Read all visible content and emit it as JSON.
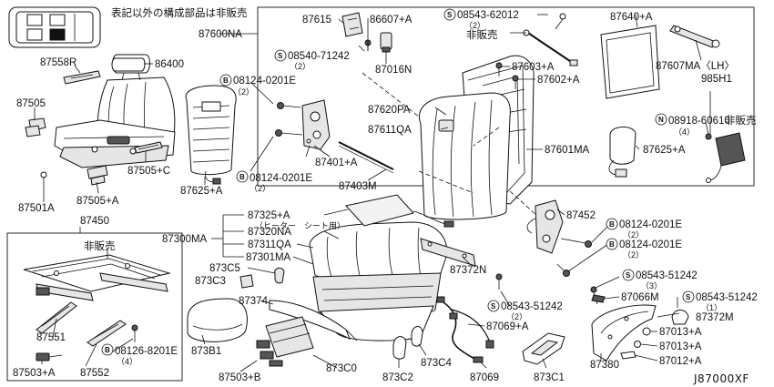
{
  "header": {
    "note": "表記以外の構成部品は非販売",
    "diagram_code": "J87000XF"
  },
  "labels": {
    "p87558R": "87558R",
    "p86400": "86400",
    "p87505": "87505",
    "p87505C": "87505+C",
    "p87501A": "87501A",
    "p87505A": "87505+A",
    "p87625A_left": "87625+A",
    "p08124_top": "08124-0201E",
    "p08124_top_qty": "（2）",
    "p08124_mid": "08124-0201E",
    "p08124_mid_qty": "（2）",
    "p87401A": "87401+A",
    "p87403M": "87403M",
    "p87600NA": "87600NA",
    "p87615": "87615",
    "p86607A": "86607+A",
    "p08543_62012": "08543-62012",
    "p08543_62012_qty": "（2）",
    "not_sold_1": "非販売",
    "p08540_71242": "08540-71242",
    "p08540_71242_qty": "（2）",
    "p87016N": "87016N",
    "p87640A": "87640+A",
    "p87607MA": "87607MA〈LH〉",
    "p985H1": "985H1",
    "p87603A": "87603+A",
    "p87602A": "87602+A",
    "p87620PA": "87620PA",
    "p87611QA": "87611QA",
    "p08918": "08918-60610",
    "p08918_qty": "（4）",
    "not_sold_2": "非販売",
    "p87601MA": "87601MA",
    "p87625A_right": "87625+A",
    "p87450": "87450",
    "not_sold_3": "非販売",
    "p87551": "87551",
    "p08126": "08126-8201E",
    "p08126_qty": "（4）",
    "p87503A": "87503+A",
    "p87552": "87552",
    "p87300MA": "87300MA",
    "p87325A": "87325+A",
    "p87325A_note": "（ヒーター　シート用）",
    "p87320NA": "87320NA",
    "p87311QA": "87311QA",
    "p87301MA": "87301MA",
    "p873C5": "873C5",
    "p873C3": "873C3",
    "p87374": "87374",
    "p873B1": "873B1",
    "p87503B": "87503+B",
    "p873C0": "873C0",
    "p873C2": "873C2",
    "p873C4": "873C4",
    "p87069": "87069",
    "p87069A": "87069+A",
    "p87372N": "87372N",
    "p08543_51242_a": "08543-51242",
    "p08543_51242_a_qty": "（2）",
    "p873C1": "873C1",
    "p87452": "87452",
    "p08124_r1": "08124-0201E",
    "p08124_r1_qty": "（2）",
    "p08124_r2": "08124-0201E",
    "p08124_r2_qty": "（2）",
    "p08543_51242_b": "08543-51242",
    "p08543_51242_b_qty": "（3）",
    "p87066M": "87066M",
    "p08543_51242_c": "08543-51242",
    "p08543_51242_c_qty": "（1）",
    "p87372M": "87372M",
    "p87013A": "87013+A",
    "p87013A_b": "87013+A",
    "p87012A": "87012+A",
    "p87380": "87380"
  },
  "callout_letters": {
    "S": "S",
    "B": "B",
    "N": "N"
  }
}
